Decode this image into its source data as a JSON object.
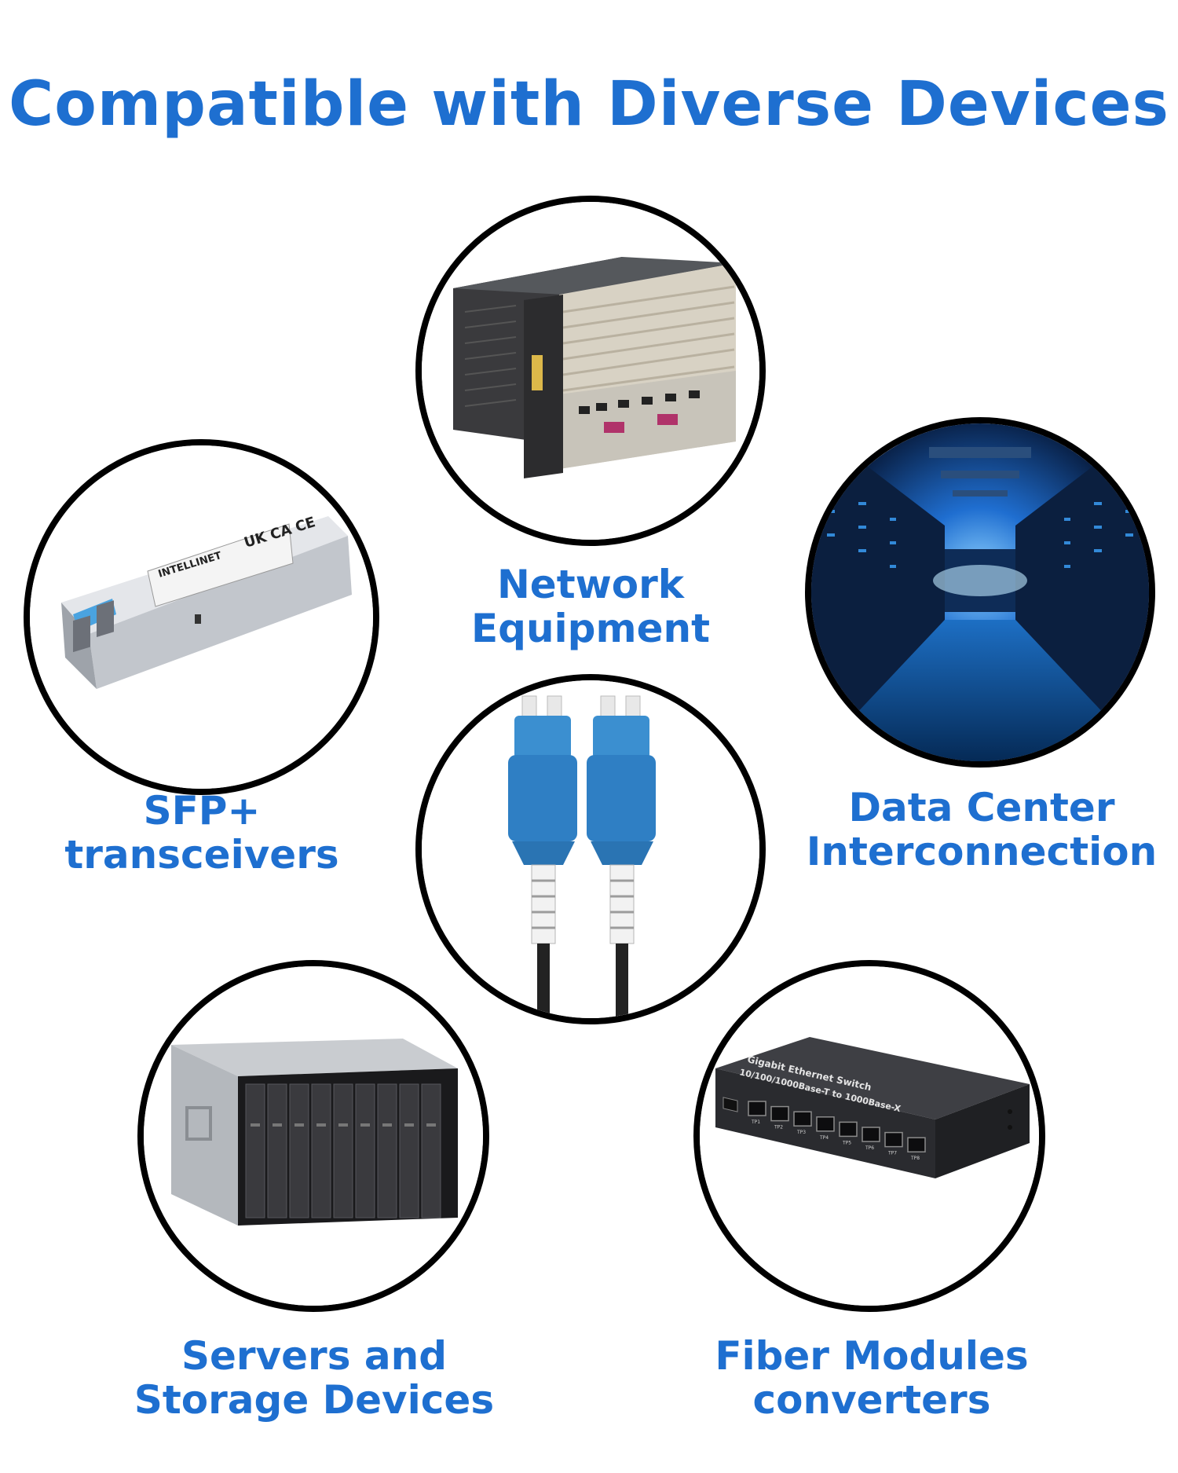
{
  "page": {
    "title": "Compatible with Diverse Devices",
    "accent_color": "#1e6fd0"
  },
  "devices": [
    {
      "name": "network-equipment",
      "label_line1": "Network",
      "label_line2": "Equipment",
      "image": "chassis-router-icon"
    },
    {
      "name": "sfp-transceivers",
      "label_line1": "SFP+",
      "label_line2": "transceivers",
      "image": "sfp-module-icon",
      "image_text": {
        "brand": "INTELLINET",
        "marks": "UK CA CE"
      }
    },
    {
      "name": "data-center",
      "label_line1": "Data Center",
      "label_line2": "Interconnection",
      "image": "server-aisle-icon"
    },
    {
      "name": "fiber-connectors",
      "image": "lc-connector-icon"
    },
    {
      "name": "servers-storage",
      "label_line1": "Servers and",
      "label_line2": "Storage Devices",
      "image": "storage-server-icon"
    },
    {
      "name": "fiber-modules",
      "label_line1": "Fiber Modules",
      "label_line2": "converters",
      "image": "ethernet-switch-icon",
      "image_text": {
        "line1": "Gigabit Ethernet Switch",
        "line2": "10/100/1000Base-T to 1000Base-X",
        "ports": [
          "TP1",
          "TP2",
          "TP3",
          "TP4",
          "TP5",
          "TP6",
          "TP7",
          "TP8"
        ]
      }
    }
  ]
}
